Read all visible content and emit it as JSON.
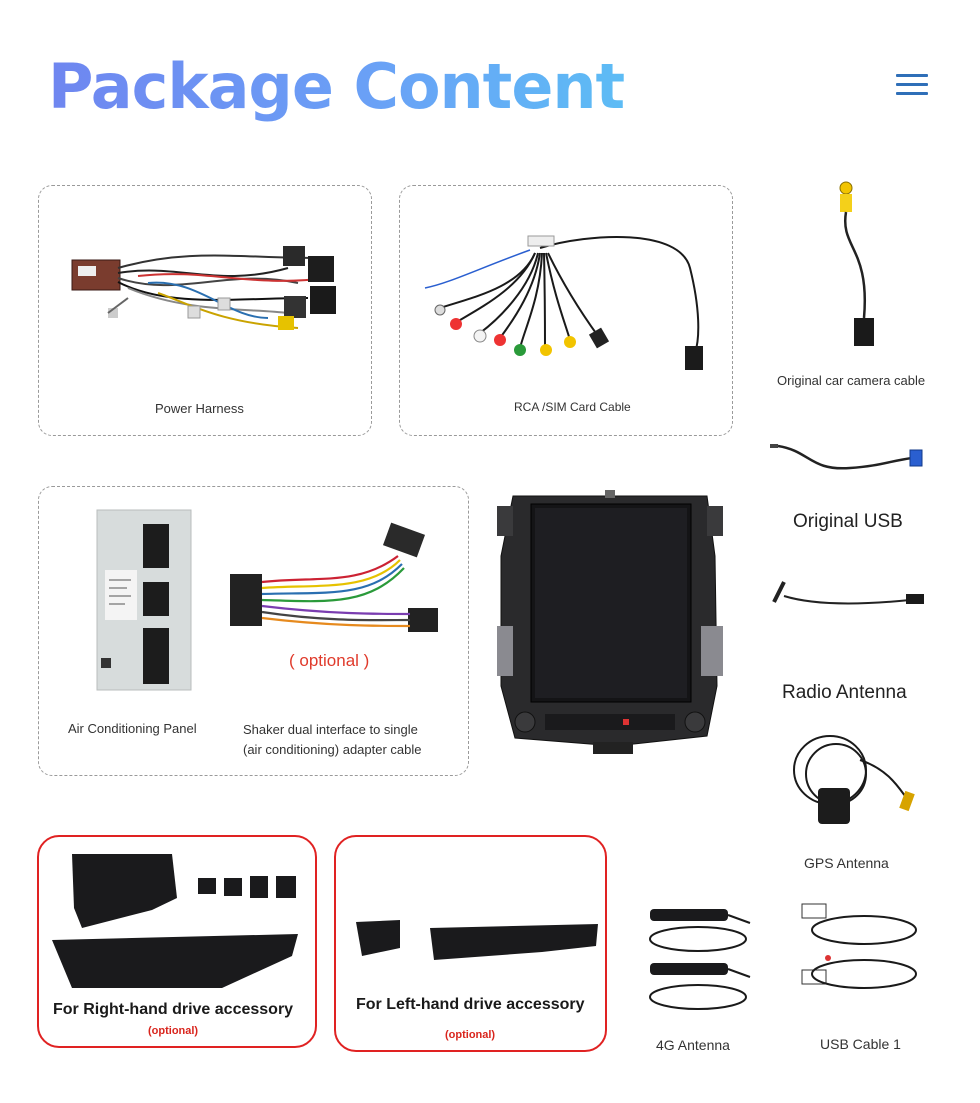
{
  "header": {
    "title": "Package Content",
    "menu_icon": "hamburger-menu-icon",
    "accent_color": "#2f6fb8"
  },
  "items": {
    "power_harness": "Power Harness",
    "rca_sim": "RCA /SIM Card Cable",
    "camera_cable": "Original car camera cable",
    "original_usb": "Original USB",
    "ac_panel": "Air Conditioning Panel",
    "shaker_line1": "Shaker dual interface to single",
    "shaker_line2": "(air conditioning) adapter cable",
    "shaker_optional": "( optional )",
    "radio_antenna": "Radio Antenna",
    "gps_antenna": "GPS Antenna",
    "antenna_4g": "4G Antenna",
    "usb_cable": "USB Cable 1",
    "right_accessory": "For Right-hand drive accessory",
    "right_optional": "(optional)",
    "left_accessory": "For Left-hand drive accessory",
    "left_optional": "(optional)"
  },
  "colors": {
    "optional_red": "#d9251d",
    "border_red": "#e02222"
  }
}
